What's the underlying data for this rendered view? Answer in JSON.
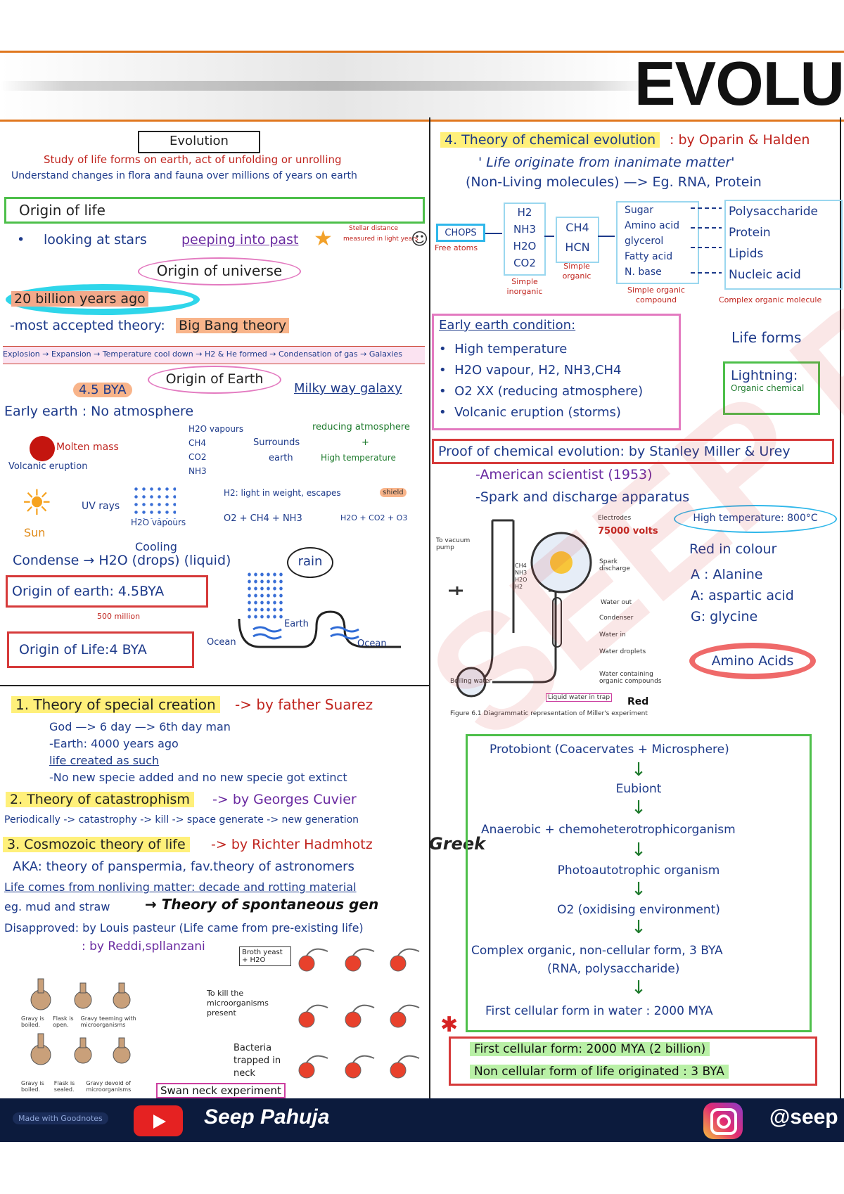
{
  "header": {
    "title": "EVOLU"
  },
  "left": {
    "evolution_box": "Evolution",
    "def1": "Study of life forms on earth, act of unfolding or unrolling",
    "def2": "Understand changes in flora and fauna over millions of years on earth",
    "origin_of_life": "Origin of life",
    "looking_stars": "looking at stars",
    "peeping": "peeping into past",
    "star_note1": "Stellar distance",
    "star_note2": "measured in light years",
    "origin_universe": "Origin of universe",
    "billion": "20 billion years ago",
    "most_accepted_prefix": "-most accepted theory:",
    "big_bang": "Big Bang theory",
    "sequence": [
      "Explosion",
      "Expansion",
      "Temperature cool down",
      "H2 & He formed",
      "Condensation of gas",
      "Galaxies"
    ],
    "bya45": "4.5 BYA",
    "origin_earth": "Origin of Earth",
    "milky": "Milky way galaxy",
    "early_earth": "Early earth : No atmosphere",
    "molten": "Molten mass",
    "volcanic": "Volcanic eruption",
    "gases": [
      "H2O vapours",
      "CH4",
      "CO2",
      "NH3"
    ],
    "surrounds": "Surrounds",
    "earth_word": "earth",
    "reducing": "reducing atmosphere",
    "plus": "+",
    "high_temp": "High temperature",
    "sun": "Sun",
    "uv": "UV rays",
    "h2o_vapours": "H2O vapours",
    "h2_light": "H2: light in weight, escapes",
    "shield": "shield",
    "reaction": "O2 + CH4 + NH3",
    "reaction_prod": "H2O + CO2 + O3",
    "cooling": "Cooling",
    "condense": "Condense → H2O (drops) (liquid)",
    "rain": "rain",
    "origin_earth_box": "Origin of earth: 4.5BYA",
    "five_hundred": "500 million",
    "earth_lbl": "Earth",
    "ocean1": "Ocean",
    "ocean2": "Ocean",
    "origin_life_box": "Origin of Life:4 BYA"
  },
  "lower_left": {
    "t1_title": "1.  Theory of special creation",
    "t1_by": "-> by father Suarez",
    "t1_lines": [
      "God —> 6 day —> 6th day man",
      "-Earth: 4000 years ago",
      "life created as such",
      "-No new specie added and no new specie got extinct"
    ],
    "t2_title": "2. Theory of catastrophism",
    "t2_by": "-> by Georges Cuvier",
    "t2_seq": "Periodically -> catastrophy -> kill -> space generate -> new generation",
    "t3_title": "3. Cosmozoic theory of life",
    "t3_by": "-> by Richter Hadmhotz",
    "greek": "Greek",
    "aka": "AKA: theory of panspermia, fav.theory of astronomers",
    "life_comes": "Life comes from nonliving matter: decade and rotting material",
    "eg": "eg. mud and straw",
    "spont": "→ Theory of spontaneous gen",
    "disapproved": "Disapproved: by Louis pasteur (Life came from pre-existing life)",
    "by_reddi": ": by Reddi,spllanzani",
    "broth": "Broth yeast + H2O",
    "kill_note": "To kill the microorganisms present",
    "bacteria": "Bacteria trapped in neck",
    "swan": "Swan neck experiment",
    "flask_caps": [
      "Gravy is boiled.",
      "Flask is open.",
      "Gravy teeming with microorganisms",
      "Gravy is boiled.",
      "Flask is sealed.",
      "Gravy devoid of microorganisms"
    ]
  },
  "right": {
    "t4_title": "4. Theory of chemical evolution",
    "t4_by": ": by Oparin & Halden",
    "quote": "' Life originate from inanimate matter'",
    "nonliving": "(Non-Living molecules) —> Eg. RNA, Protein",
    "chops": "CHOPS",
    "free_atoms": "Free atoms",
    "inorganic": [
      "H2",
      "NH3",
      "H2O",
      "CO2"
    ],
    "simple_inorganic": "Simple inorganic",
    "ch4": "CH4",
    "hcn": "HCN",
    "simple_organic": "Simple organic",
    "organic_list": [
      "Sugar",
      "Amino acid",
      "glycerol",
      "Fatty acid",
      "N. base"
    ],
    "simple_organic_compound": "Simple organic compound",
    "complex_list": [
      "Polysaccharide",
      "Protein",
      "Lipids",
      "Nucleic acid"
    ],
    "complex_label": "Complex organic molecule",
    "early_cond_title": "Early earth condition:",
    "early_cond": [
      "High temperature",
      "H2O vapour, H2, NH3,CH4",
      "O2 XX (reducing atmosphere)",
      "Volcanic eruption (storms)"
    ],
    "life_forms": "Life forms",
    "lightning": "Lightning:",
    "organic_chemical": "Organic chemical",
    "proof_title": "Proof of chemical evolution: by Stanley Miller & Urey",
    "american": "-American scientist (1953)",
    "spark": "-Spark and discharge apparatus",
    "high_temp_800": "High temperature: 800°C",
    "volts": "75000 volts",
    "electrodes": "Electrodes",
    "vacuum": "To vacuum pump",
    "spark_discharge": "Spark discharge",
    "gases_lbl": "CH4 NH3 H2O H2",
    "water_out": "Water out",
    "condenser": "Condenser",
    "water_in": "Water in",
    "water_droplets": "Water droplets",
    "water_containing": "Water containing organic compounds",
    "boiling": "Boiling water",
    "liquid_trap": "Liquid water in trap",
    "red_lbl": "Red",
    "fig_caption": "Figure 6.1  Diagrammatic representation of Miller's experiment",
    "red_colour": "Red in colour",
    "amino_list": [
      "A : Alanine",
      "A: aspartic acid",
      "G: glycine"
    ],
    "amino_acids": "Amino Acids",
    "protobiont": "Protobiont (Coacervates + Microsphere)",
    "flow": [
      "Eubiont",
      "Anaerobic + chemoheterotrophicorganism",
      "Photoautotrophic organism",
      "O2 (oxidising environment)",
      "Complex organic, non-cellular form, 3 BYA",
      "(RNA, polysaccharide)",
      "First cellular form in water : 2000 MYA"
    ],
    "summary": [
      "First cellular form: 2000 MYA (2 billion)",
      "Non cellular form of life originated : 3 BYA"
    ]
  },
  "footer": {
    "goodnotes": "Made with Goodnotes",
    "name": "Seep Pahuja",
    "handle": "@seep"
  },
  "watermark": "SEEP P"
}
